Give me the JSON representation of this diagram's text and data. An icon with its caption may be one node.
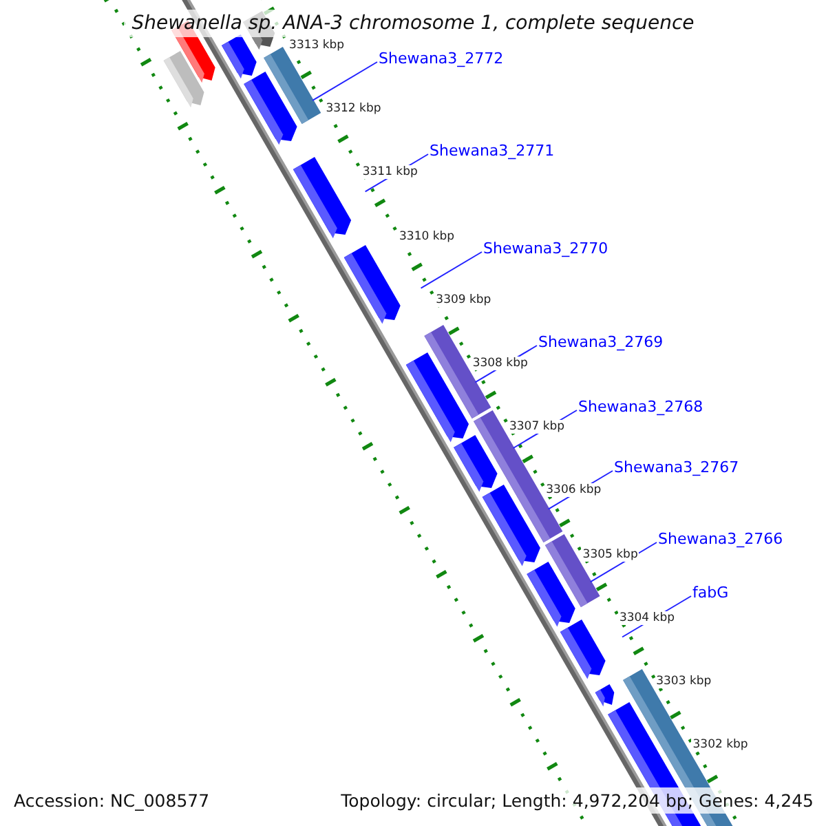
{
  "diagram": {
    "title": "Shewanella sp. ANA-3 chromosome 1, complete sequence",
    "nodes": [
      {
        "text": [
          "Shewana3_2772"
        ]
      },
      {
        "text": [
          "Shewana3_2771"
        ]
      },
      {
        "text": [
          "Shewana3_2770"
        ]
      },
      {
        "text": [
          "Shewana3_2769"
        ]
      },
      {
        "text": [
          "Shewana3_2768"
        ]
      },
      {
        "text": [
          "Shewana3_2767"
        ]
      },
      {
        "text": [
          "Shewana3_2766"
        ]
      },
      {
        "text": [
          "fabG"
        ]
      }
    ],
    "edges": [
      {
        "from": 0,
        "to": null,
        "arrow": "none"
      },
      {
        "from": 1,
        "to": null,
        "arrow": "none"
      },
      {
        "from": 2,
        "to": null,
        "arrow": "none"
      },
      {
        "from": 3,
        "to": null,
        "arrow": "none"
      },
      {
        "from": 4,
        "to": null,
        "arrow": "none"
      },
      {
        "from": 5,
        "to": null,
        "arrow": "none"
      },
      {
        "from": 6,
        "to": null,
        "arrow": "none"
      },
      {
        "from": 7,
        "to": null,
        "arrow": "none"
      }
    ],
    "labels": [
      "3313 kbp",
      "3312 kbp",
      "3311 kbp",
      "3310 kbp",
      "3309 kbp",
      "3308 kbp",
      "3307 kbp",
      "3306 kbp",
      "3305 kbp",
      "3304 kbp",
      "3303 kbp",
      "3302 kbp",
      "Accession: NC_008577",
      "Topology: circular; Length: 4,972,204 bp; Genes: 4,245"
    ]
  }
}
